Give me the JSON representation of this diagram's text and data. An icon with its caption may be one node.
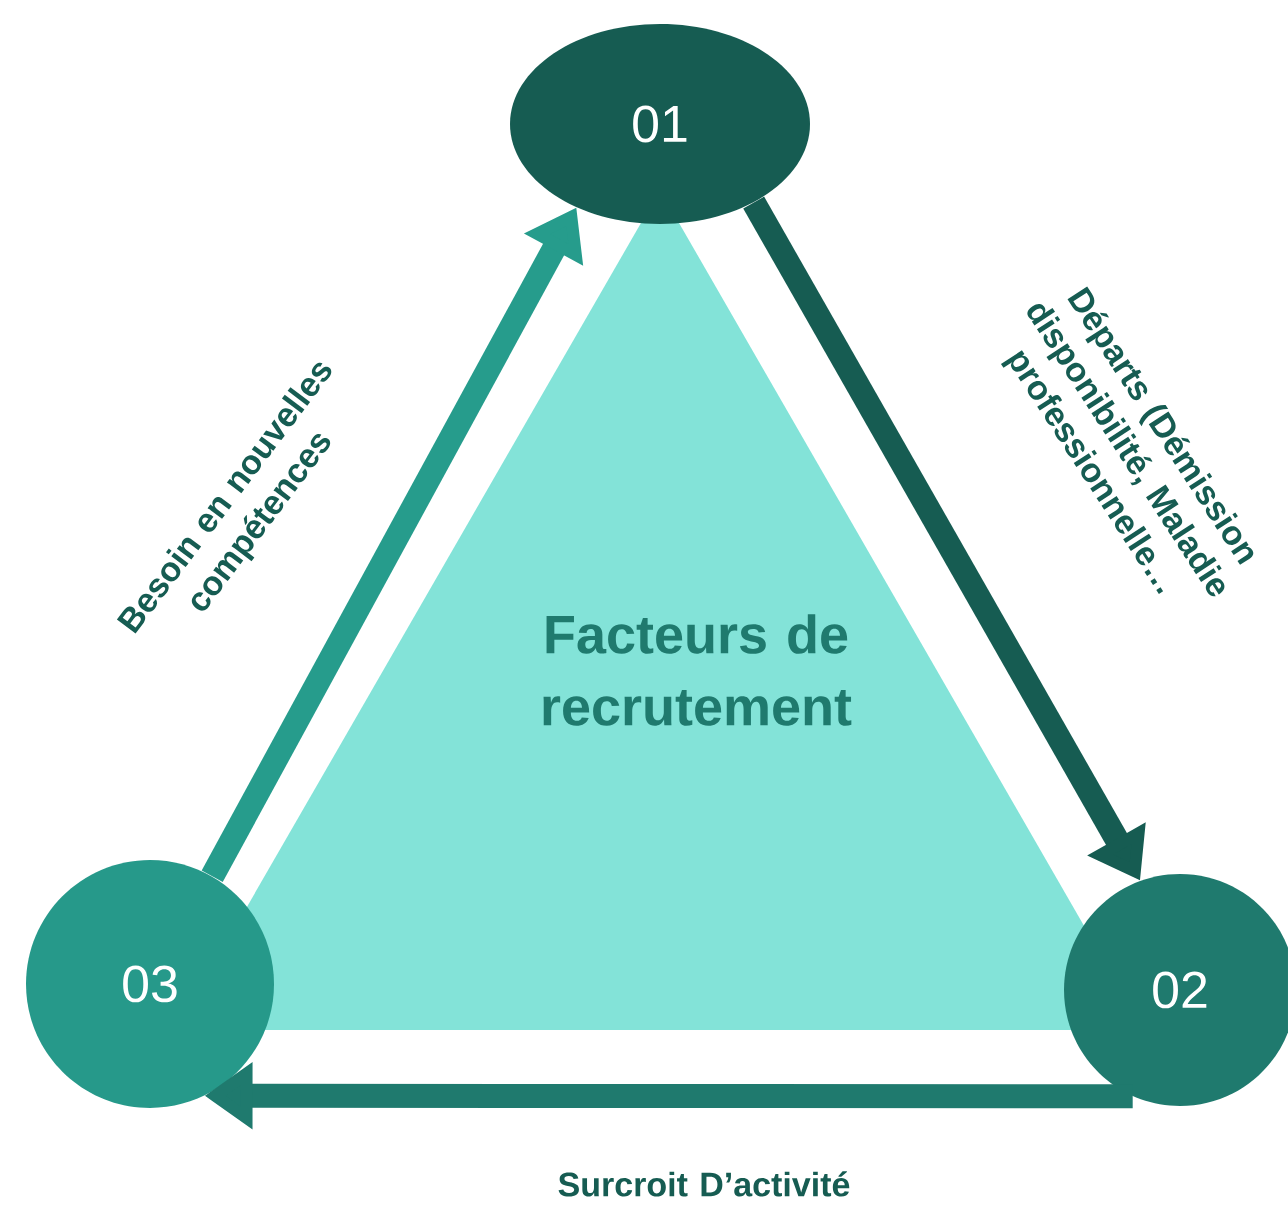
{
  "diagram": {
    "nodes": [
      {
        "text": [
          "Facteurs de recrutement"
        ]
      },
      {
        "text": [
          "01"
        ]
      },
      {
        "text": [
          "02"
        ]
      },
      {
        "text": [
          "03"
        ]
      }
    ],
    "edges": [
      {
        "from": 1,
        "to": 2,
        "arrow": "to",
        "label": "Départs (Démission disponibilité, Maladie professionnelle…",
        "color": "#165c52"
      },
      {
        "from": 2,
        "to": 3,
        "arrow": "to",
        "label": "Surcroit D’activité",
        "color": "#1f7a6e"
      },
      {
        "from": 3,
        "to": 1,
        "arrow": "to",
        "label": "Besoin en nouvelles compétences",
        "color": "#269c8c"
      }
    ]
  }
}
